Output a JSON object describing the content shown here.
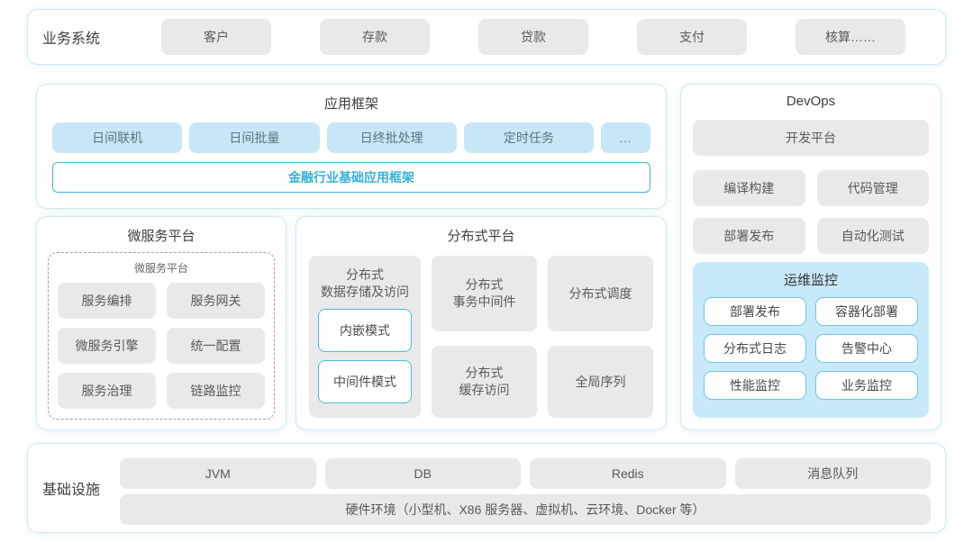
{
  "colors": {
    "accent_cyan": "#35b1d6",
    "panel_border": "#cfe9f0",
    "light_blue_box": "#c7e6f7",
    "monitor_panel_blue": "#c7e9fa",
    "gray_box": "#e9e9e9"
  },
  "business": {
    "label": "业务系统",
    "items": [
      "客户",
      "存款",
      "贷款",
      "支付",
      "核算……"
    ]
  },
  "app_framework": {
    "title": "应用框架",
    "items": [
      "日间联机",
      "日间批量",
      "日终批处理",
      "定时任务"
    ],
    "more": "...",
    "base": "金融行业基础应用框架"
  },
  "microservice": {
    "title": "微服务平台",
    "inner_title": "微服务平台",
    "items": [
      "服务编排",
      "服务网关",
      "微服务引擎",
      "统一配置",
      "服务治理",
      "链路监控"
    ]
  },
  "distributed": {
    "title": "分布式平台",
    "storage_title": "分布式\n数据存储及访问",
    "modes": [
      "内嵌模式",
      "中间件模式"
    ],
    "cells": [
      "分布式\n事务中间件",
      "分布式调度",
      "分布式\n缓存访问",
      "全局序列"
    ]
  },
  "devops": {
    "title": "DevOps",
    "platform": "开发平台",
    "items": [
      "编译构建",
      "代码管理",
      "部署发布",
      "自动化测试"
    ],
    "monitor": {
      "title": "运维监控",
      "items": [
        "部署发布",
        "容器化部署",
        "分布式日志",
        "告警中心",
        "性能监控",
        "业务监控"
      ]
    }
  },
  "infrastructure": {
    "label": "基础设施",
    "items": [
      "JVM",
      "DB",
      "Redis",
      "消息队列"
    ],
    "hardware": "硬件环境（小型机、X86 服务器、虚拟机、云环境、Docker 等）"
  }
}
